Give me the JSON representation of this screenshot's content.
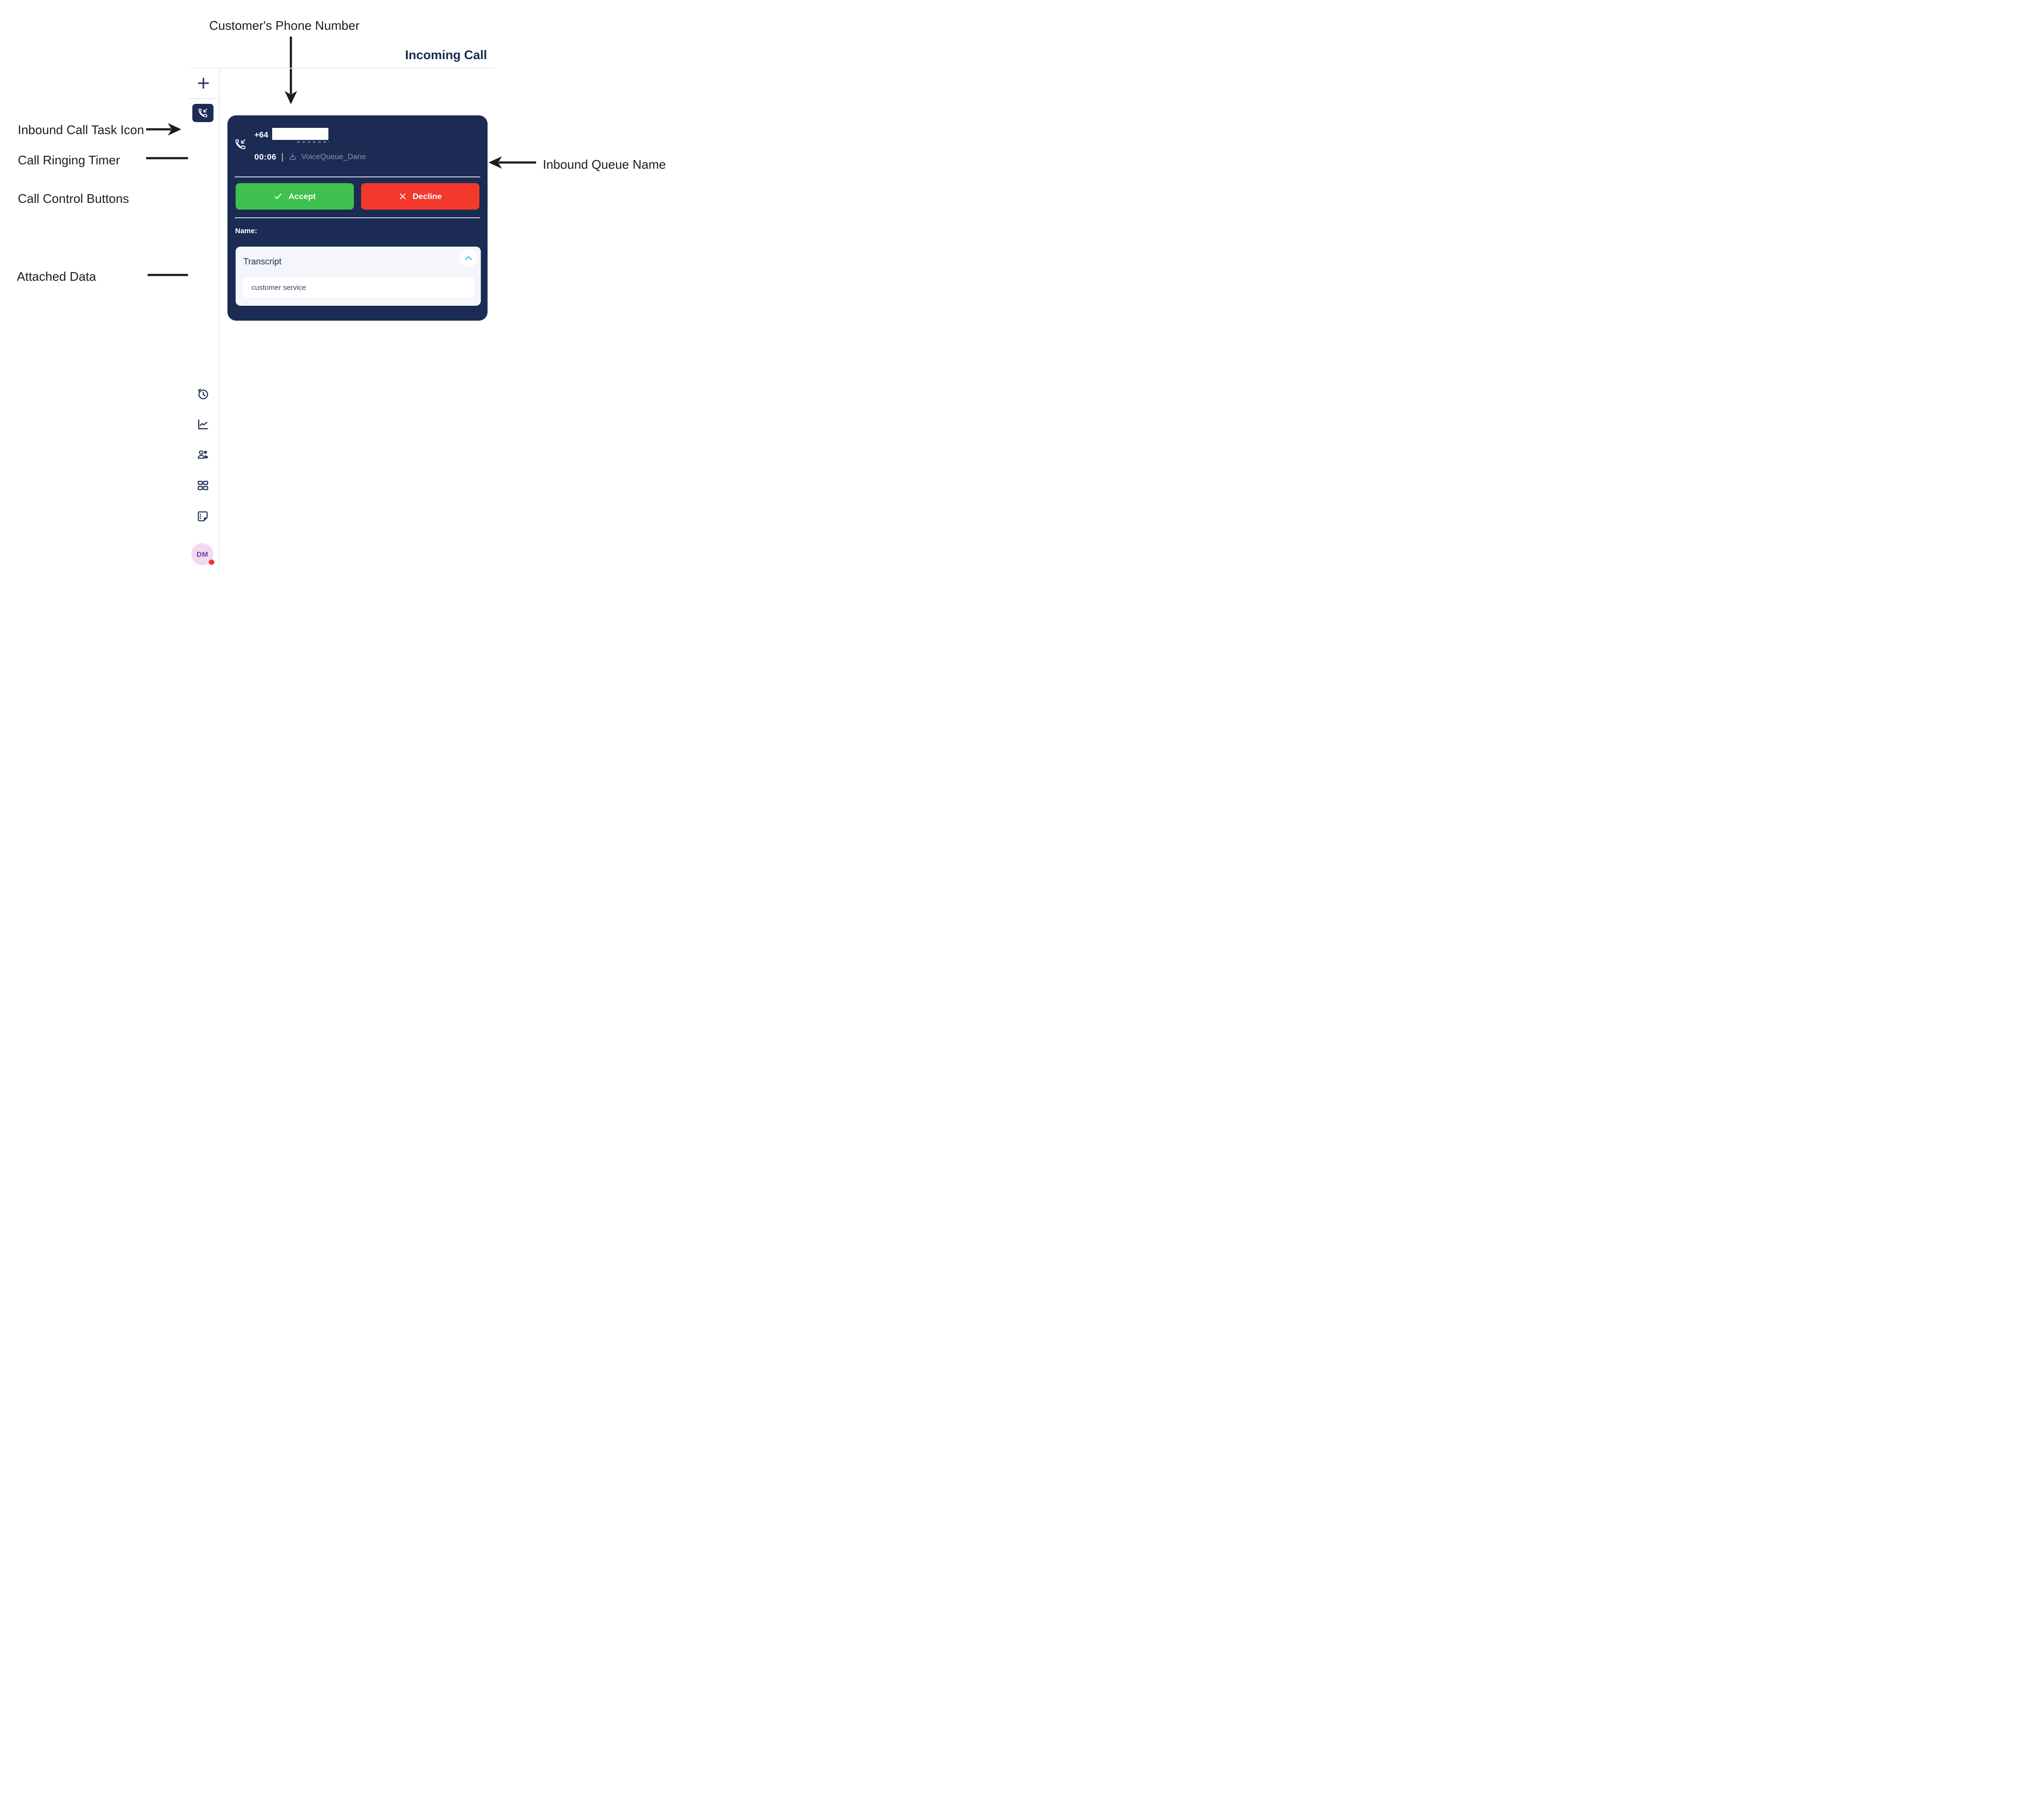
{
  "annotations": {
    "customer_phone_number": "Customer's Phone Number",
    "inbound_call_task_icon": "Inbound Call Task Icon",
    "call_ringing_timer": "Call Ringing Timer",
    "call_control_buttons": "Call Control Buttons",
    "attached_data": "Attached Data",
    "inbound_queue_name": "Inbound Queue Name"
  },
  "header": {
    "title": "Incoming Call"
  },
  "sidebar": {
    "icons": [
      {
        "name": "add-task-icon"
      },
      {
        "name": "inbound-call-task-icon",
        "active": true
      },
      {
        "name": "history-icon"
      },
      {
        "name": "stats-chart-icon"
      },
      {
        "name": "contacts-icon"
      },
      {
        "name": "dashboard-grid-icon"
      },
      {
        "name": "notes-icon"
      }
    ],
    "avatar": {
      "initials": "DM",
      "status": "busy"
    }
  },
  "call_card": {
    "phone_number_prefix": "+64",
    "ringing_timer": "00:06",
    "separator": "|",
    "queue_icon": "queue-download-icon",
    "queue_name": "VoiceQueue_Dane",
    "accept_button": "Accept",
    "decline_button": "Decline",
    "name_label": "Name:",
    "attached_data": {
      "title": "Transcript",
      "value": "customer service"
    }
  },
  "colors": {
    "navy": "#1c2b54",
    "icon_navy": "#233158",
    "accept_green": "#3ec14e",
    "decline_red": "#f2392c",
    "chevron_blue": "#45c1f2",
    "muted_text": "#8b93a7",
    "avatar_bg": "#f2daf0",
    "avatar_text": "#6c3fa8",
    "status_dot_red": "#f5372b"
  }
}
